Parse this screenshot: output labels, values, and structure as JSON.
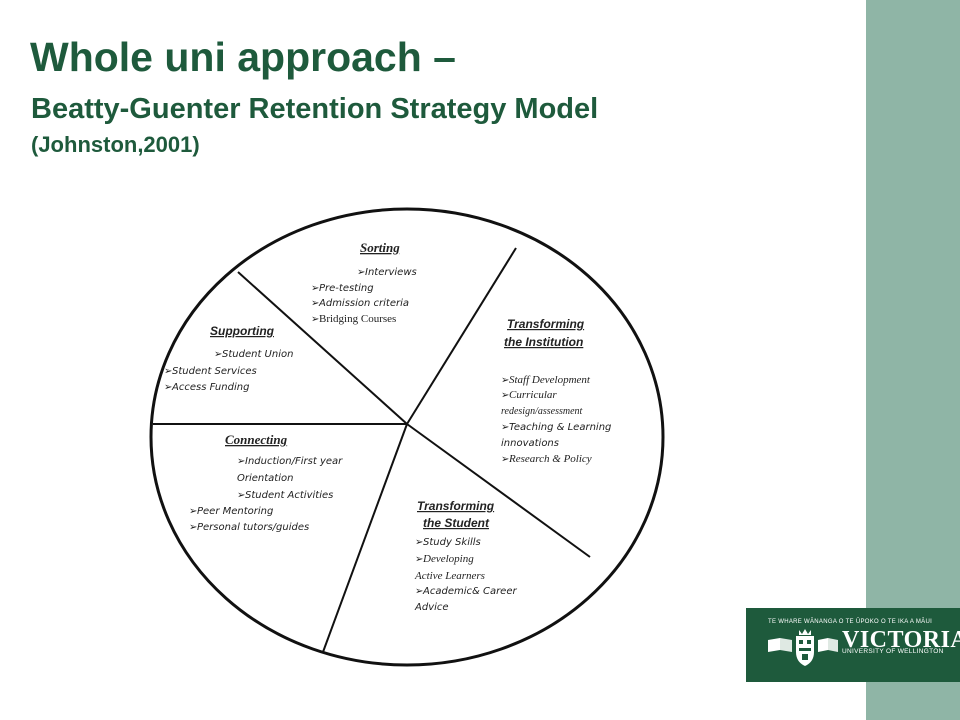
{
  "header": {
    "title": "Whole uni approach –",
    "subtitle": "Beatty-Guenter Retention Strategy Model",
    "citation": "(Johnston,2001)"
  },
  "diagram": {
    "segments": [
      {
        "title": "Sorting",
        "items": [
          "Interviews",
          "Pre-testing",
          "Admission criteria",
          "Bridging Courses"
        ]
      },
      {
        "title": "Transforming the Institution",
        "title_lines": [
          "Transforming",
          "the Institution"
        ],
        "items": [
          "Staff Development",
          "Curricular",
          "redesign/assessment",
          "Teaching & Learning",
          "innovations",
          "Research & Policy"
        ]
      },
      {
        "title": "Transforming the Student",
        "title_lines": [
          "Transforming",
          "the Student"
        ],
        "items": [
          "Study Skills",
          "Developing",
          "Active Learners",
          "Academic& Career",
          "Advice"
        ]
      },
      {
        "title": "Connecting",
        "items": [
          "Induction/First year",
          "Orientation",
          "Student Activities",
          "Peer Mentoring",
          "Personal tutors/guides"
        ]
      },
      {
        "title": "Supporting",
        "items": [
          "Student Union",
          "Student Services",
          "Access Funding"
        ]
      }
    ]
  },
  "logo": {
    "tagline": "TE WHARE WĀNANGA O TE ŪPOKO O TE IKA A MĀUI",
    "name": "VICTORIA",
    "university": "UNIVERSITY OF WELLINGTON",
    "color": "#1e5a3c"
  },
  "colors": {
    "title": "#1e5a3c",
    "sidebar": "#8fb5a6"
  }
}
